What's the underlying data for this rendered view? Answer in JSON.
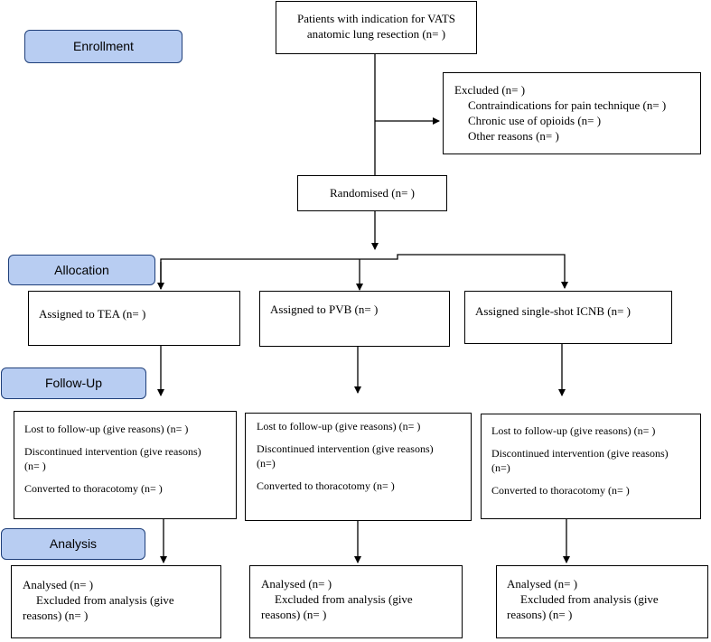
{
  "stages": {
    "enrollment": "Enrollment",
    "allocation": "Allocation",
    "follow_up": "Follow-Up",
    "analysis": "Analysis"
  },
  "top_box": {
    "line1": "Patients with indication for VATS",
    "line2": "anatomic lung resection (n=  )"
  },
  "excluded": {
    "title": "Excluded  (n=   )",
    "items": [
      "Contraindications for pain technique (n=  )",
      "Chronic use of opioids (n=  )",
      "Other reasons (n=  )"
    ]
  },
  "randomised": "Randomised (n=  )",
  "arms": [
    {
      "assigned": "Assigned to TEA   (n=  )",
      "lost": "Lost to follow-up (give reasons) (n=  )",
      "discontinued_1": "Discontinued intervention (give reasons)",
      "discontinued_2": "(n=  )",
      "converted": "Converted to thoracotomy (n=  )",
      "analysed": "Analysed  (n=  )",
      "excluded_1": "Excluded from analysis (give",
      "excluded_2": "reasons) (n=  )"
    },
    {
      "assigned": "Assigned to PVB    (n=  )",
      "lost": "Lost to follow-up (give reasons) (n=  )",
      "discontinued_1": "Discontinued intervention (give reasons)",
      "discontinued_2": "(n=)",
      "converted": "Converted to thoracotomy (n=  )",
      "analysed": "Analysed  (n=  )",
      "excluded_1": "Excluded from analysis (give",
      "excluded_2": "reasons) (n=  )"
    },
    {
      "assigned": "Assigned single-shot ICNB    (n=  )",
      "lost": "Lost to follow-up (give reasons) (n=  )",
      "discontinued_1": "Discontinued intervention (give reasons)",
      "discontinued_2": "(n=)",
      "converted": "Converted to thoracotomy (n=  )",
      "analysed": "Analysed  (n=  )",
      "excluded_1": "Excluded from analysis (give",
      "excluded_2": "reasons) (n=  )"
    }
  ],
  "colors": {
    "stage_fill": "#b8cdf2",
    "stage_border": "#1f3f7a",
    "line": "#000000"
  }
}
